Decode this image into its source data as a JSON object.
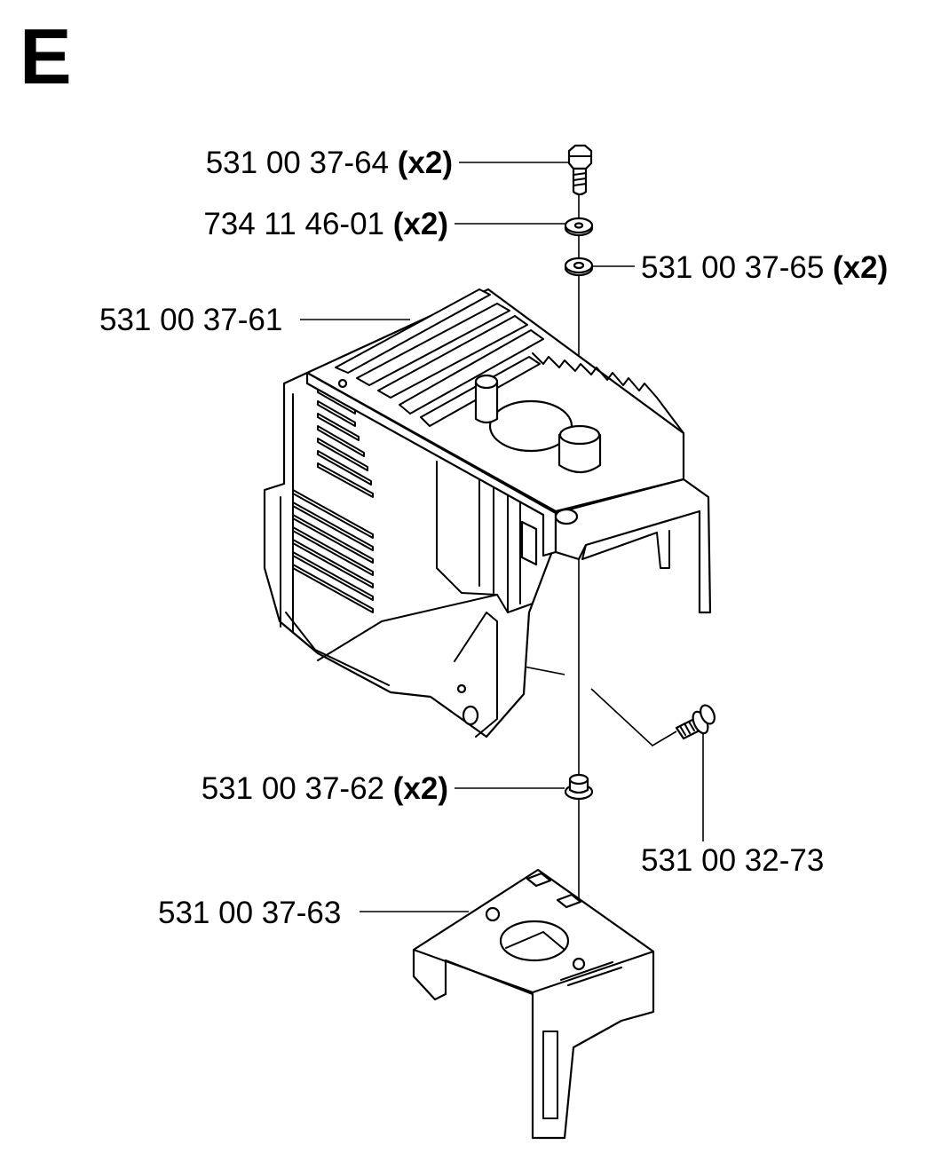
{
  "section_letter": "E",
  "callouts": [
    {
      "part_no": "531 00 37-64",
      "qty": "(x2)"
    },
    {
      "part_no": "734 11 46-01",
      "qty": "(x2)"
    },
    {
      "part_no": "531 00 37-65",
      "qty": "(x2)"
    },
    {
      "part_no": "531 00 37-61",
      "qty": ""
    },
    {
      "part_no": "531 00 37-62",
      "qty": "(x2)"
    },
    {
      "part_no": "531 00 32-73",
      "qty": ""
    },
    {
      "part_no": "531 00 37-63",
      "qty": ""
    }
  ]
}
